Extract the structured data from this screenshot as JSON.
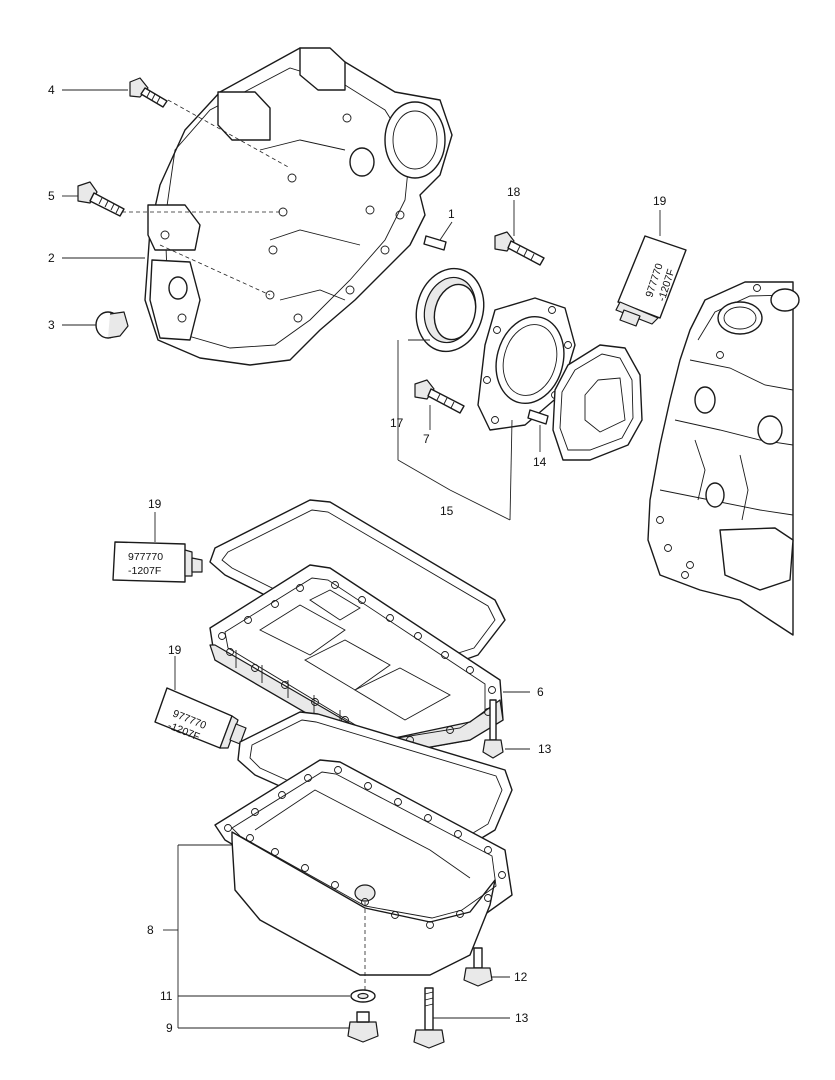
{
  "labels": {
    "l1": "1",
    "l2": "2",
    "l3": "3",
    "l4": "4",
    "l5": "5",
    "l6": "6",
    "l7": "7",
    "l8": "8",
    "l9": "9",
    "l11": "11",
    "l12": "12",
    "l13a": "13",
    "l13b": "13",
    "l14": "14",
    "l15": "15",
    "l17": "17",
    "l18": "18",
    "l19a": "19",
    "l19b": "19",
    "l19c": "19"
  },
  "tubes": {
    "t1_line1": "977770",
    "t1_line2": "-1207F",
    "t2_line1": "977770",
    "t2_line2": "-1207F",
    "t3_line1": "977770",
    "t3_line2": "-1207F"
  }
}
